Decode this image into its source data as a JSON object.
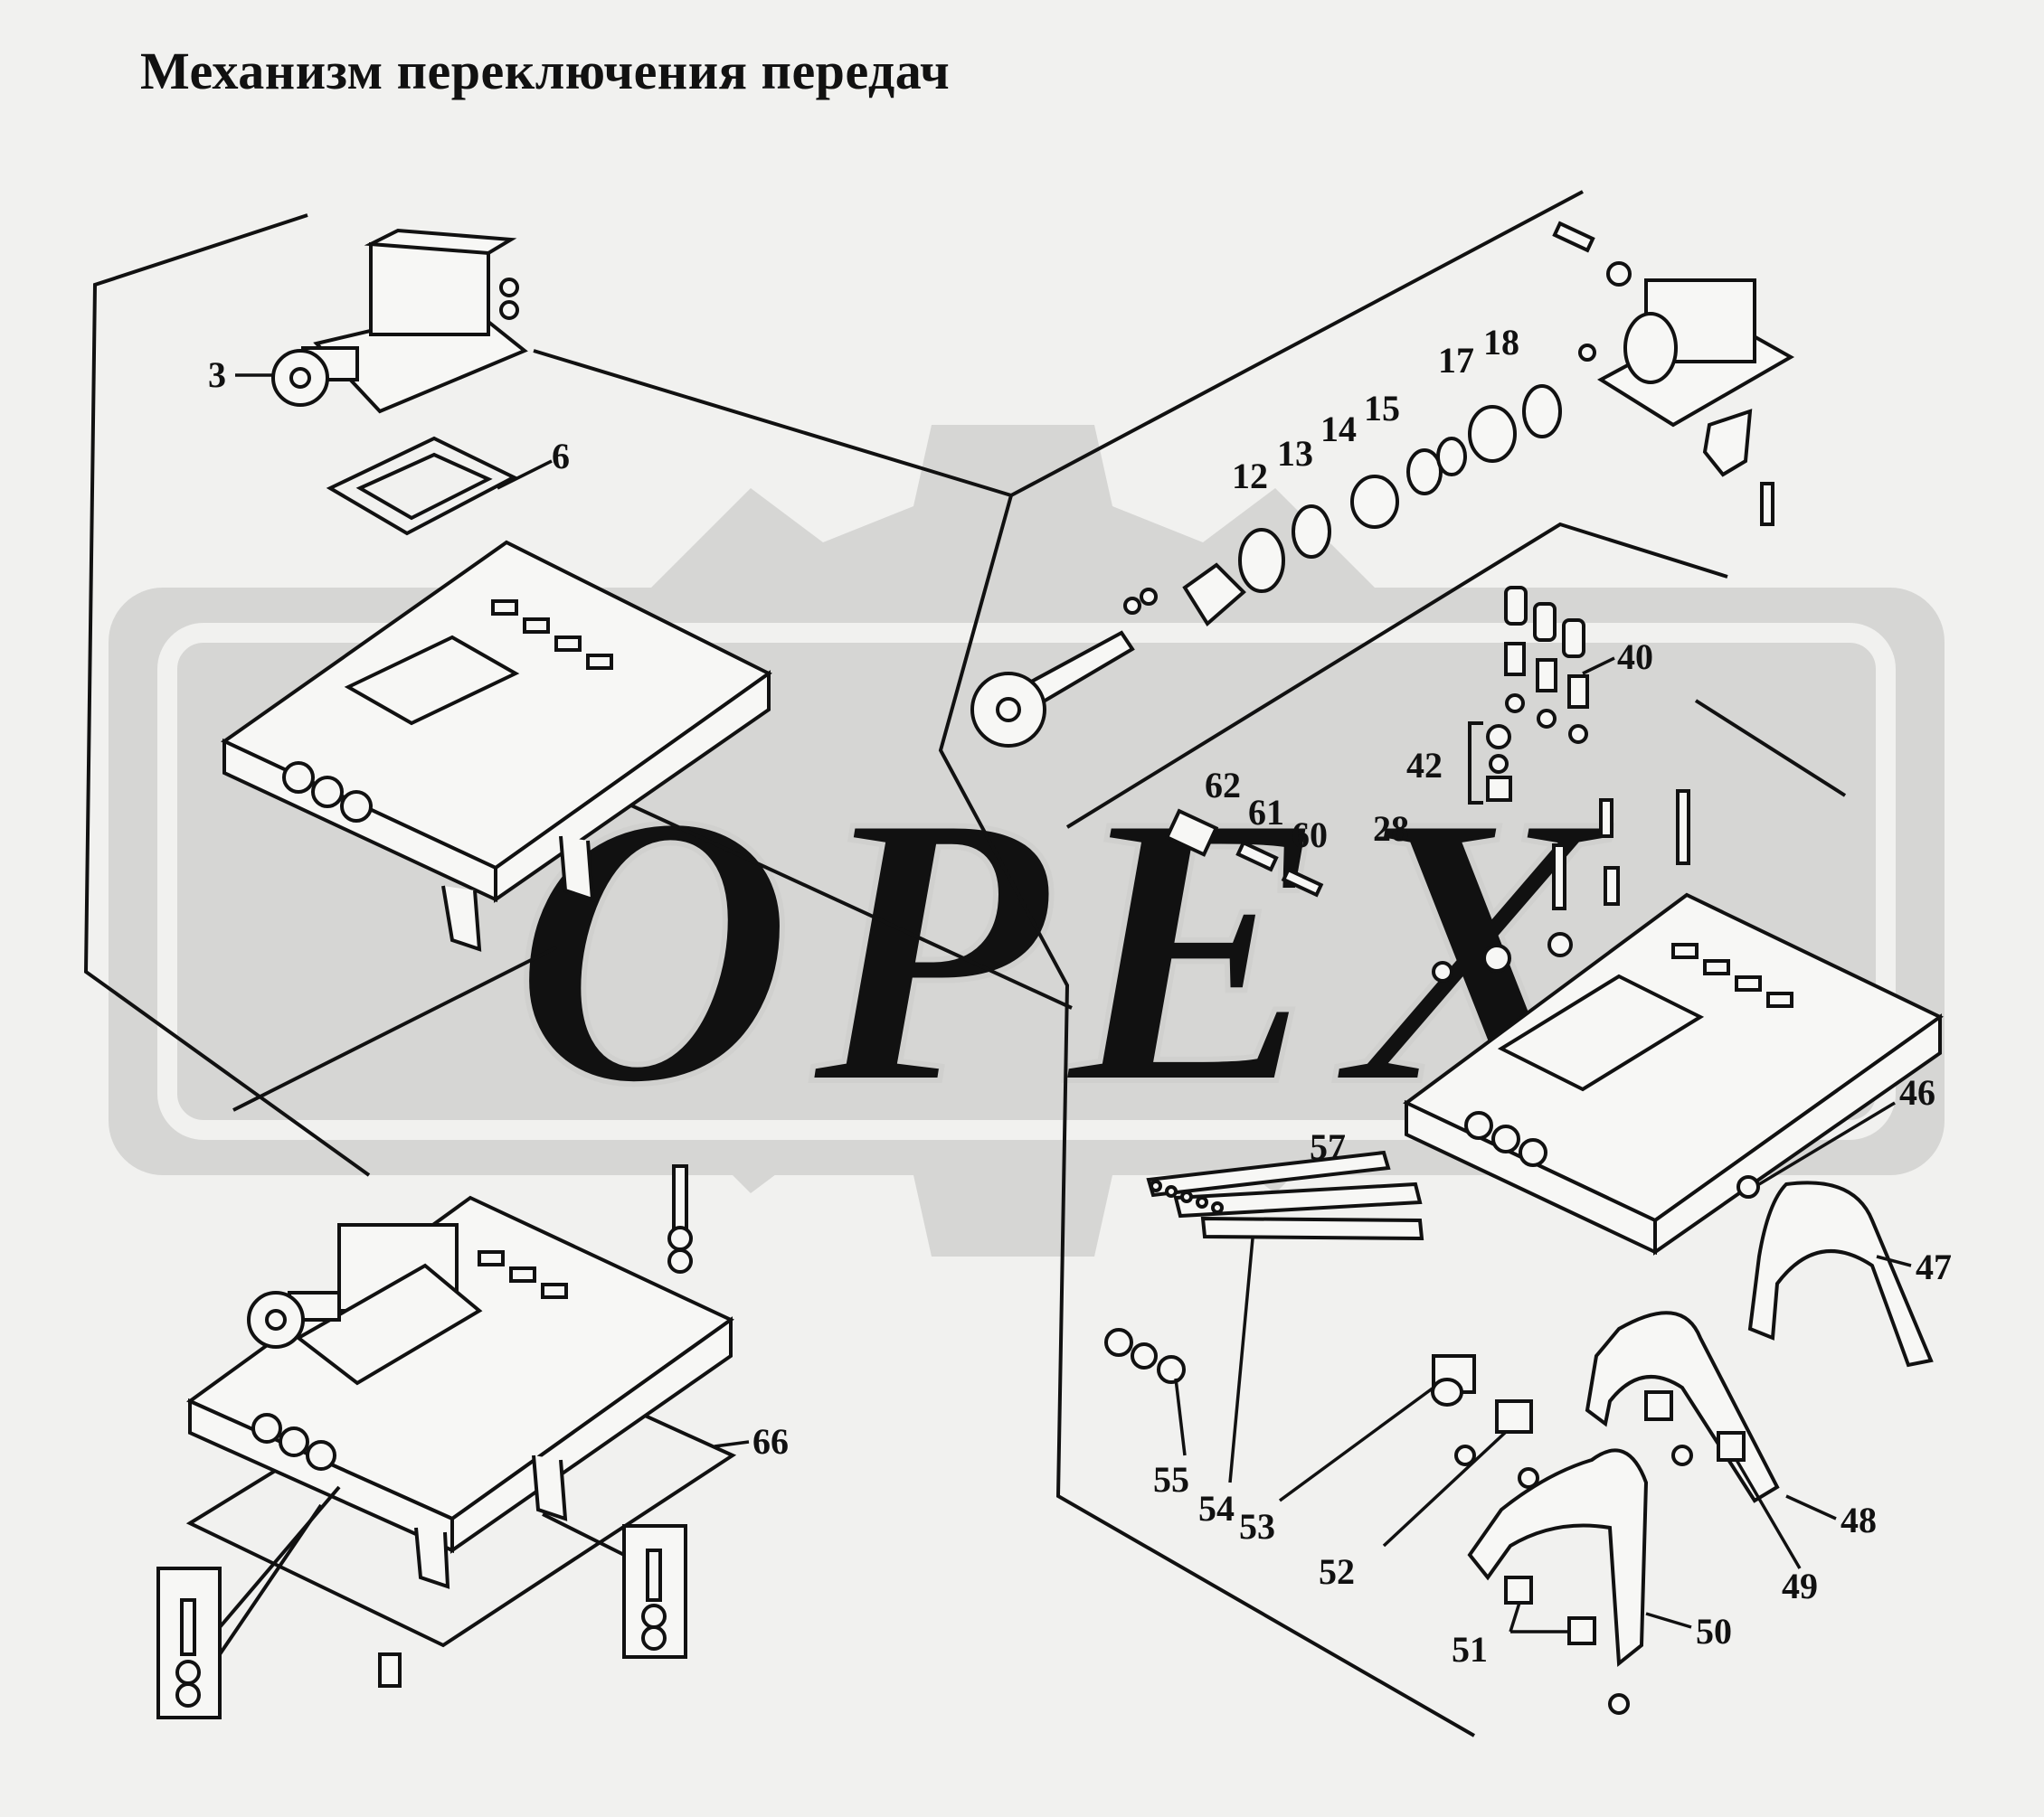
{
  "title": "Механизм переключения передач",
  "watermark": "OPEX",
  "colors": {
    "background": "#f1f1ef",
    "ink": "#111111",
    "watermark": "#d6d6d4"
  },
  "callouts": [
    {
      "label": "3"
    },
    {
      "label": "6"
    },
    {
      "label": "12"
    },
    {
      "label": "13"
    },
    {
      "label": "14"
    },
    {
      "label": "15"
    },
    {
      "label": "17"
    },
    {
      "label": "18"
    },
    {
      "label": "28"
    },
    {
      "label": "40"
    },
    {
      "label": "42"
    },
    {
      "label": "46"
    },
    {
      "label": "47"
    },
    {
      "label": "48"
    },
    {
      "label": "49"
    },
    {
      "label": "50"
    },
    {
      "label": "51"
    },
    {
      "label": "52"
    },
    {
      "label": "53"
    },
    {
      "label": "54"
    },
    {
      "label": "55"
    },
    {
      "label": "57"
    },
    {
      "label": "60"
    },
    {
      "label": "61"
    },
    {
      "label": "62"
    },
    {
      "label": "66"
    }
  ]
}
